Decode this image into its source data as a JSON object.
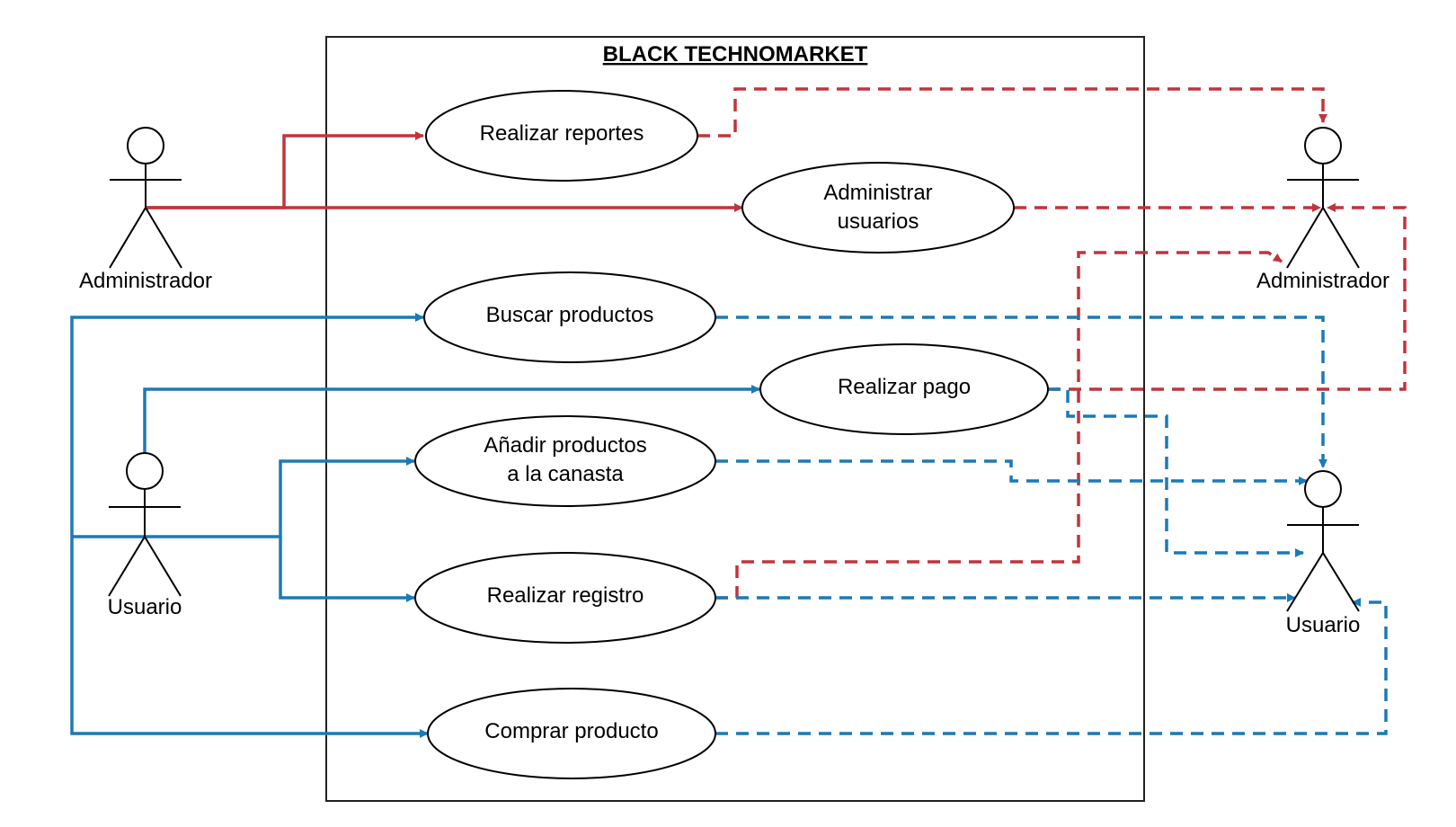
{
  "system": {
    "title": "BLACK TECHNOMARKET"
  },
  "use_cases": [
    {
      "id": "realizar-reportes",
      "lines": [
        "Realizar reportes"
      ]
    },
    {
      "id": "administrar-usuarios",
      "lines": [
        "Administrar",
        "usuarios"
      ]
    },
    {
      "id": "buscar-productos",
      "lines": [
        "Buscar productos"
      ]
    },
    {
      "id": "realizar-pago",
      "lines": [
        "Realizar pago"
      ]
    },
    {
      "id": "anadir-productos",
      "lines": [
        "Añadir productos",
        "a la canasta"
      ]
    },
    {
      "id": "realizar-registro",
      "lines": [
        "Realizar registro"
      ]
    },
    {
      "id": "comprar-producto",
      "lines": [
        "Comprar producto"
      ]
    }
  ],
  "actors": [
    {
      "id": "admin-left",
      "label": "Administrador"
    },
    {
      "id": "usuario-left",
      "label": "Usuario"
    },
    {
      "id": "admin-right",
      "label": "Administrador"
    },
    {
      "id": "usuario-right",
      "label": "Usuario"
    }
  ],
  "colors": {
    "admin": "#c1343c",
    "usuario": "#1b7ab5",
    "outline": "#000000"
  }
}
